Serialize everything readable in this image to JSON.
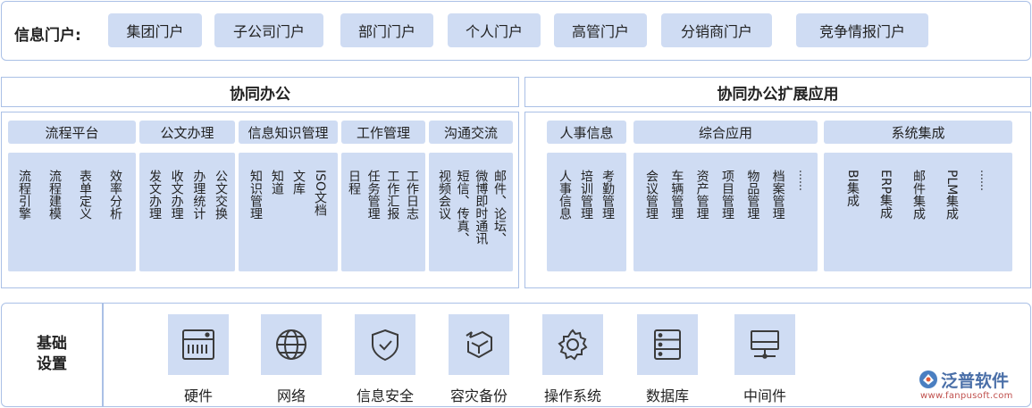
{
  "portal": {
    "label": "信息门户:",
    "items": [
      "集团门户",
      "子公司门户",
      "部门门户",
      "个人门户",
      "高管门户",
      "分销商门户",
      "竞争情报门户"
    ]
  },
  "office": {
    "title": "协同办公",
    "categories": [
      {
        "name": "流程平台",
        "columns": [
          "效率分析",
          "表单定义",
          "流程建模",
          "流程引擎"
        ]
      },
      {
        "name": "公文办理",
        "columns": [
          "公文交换",
          "办理统计",
          "收文办理",
          "发文办理"
        ]
      },
      {
        "name": "信息知识管理",
        "columns": [
          "ISO文档",
          "文库",
          "知道",
          "知识管理"
        ]
      },
      {
        "name": "工作管理",
        "columns": [
          "工作日志",
          "工作汇报",
          "任务管理",
          "日程"
        ]
      },
      {
        "name": "沟通交流",
        "columns": [
          "邮件、论坛、",
          "微博即时通讯",
          "短信、传真、",
          "视频会议"
        ]
      }
    ]
  },
  "extension": {
    "title": "协同办公扩展应用",
    "categories": [
      {
        "name": "人事信息",
        "columns": [
          "考勤管理",
          "培训管理",
          "人事信息"
        ]
      },
      {
        "name": "综合应用",
        "columns": [
          "……",
          "档案管理",
          "物品管理",
          "项目管理",
          "资产管理",
          "车辆管理",
          "会议管理"
        ]
      },
      {
        "name": "系统集成",
        "columns": [
          "……",
          "PLM集成",
          "邮件集成",
          "ERP集成",
          "BI集成"
        ]
      }
    ]
  },
  "infrastructure": {
    "title_line1": "基础",
    "title_line2": "设置",
    "items": [
      {
        "label": "硬件",
        "icon": "hardware-icon"
      },
      {
        "label": "网络",
        "icon": "network-globe-icon"
      },
      {
        "label": "信息安全",
        "icon": "security-shield-icon"
      },
      {
        "label": "容灾备份",
        "icon": "disaster-backup-icon"
      },
      {
        "label": "操作系统",
        "icon": "gear-icon"
      },
      {
        "label": "数据库",
        "icon": "database-icon"
      },
      {
        "label": "中间件",
        "icon": "middleware-monitor-icon"
      }
    ]
  },
  "watermark": {
    "brand": "泛普软件",
    "url": "www.fanpusoft.com"
  },
  "colors": {
    "border": "#aac0e6",
    "fill": "#cfdcf3",
    "icon": "#3b3b3b"
  }
}
